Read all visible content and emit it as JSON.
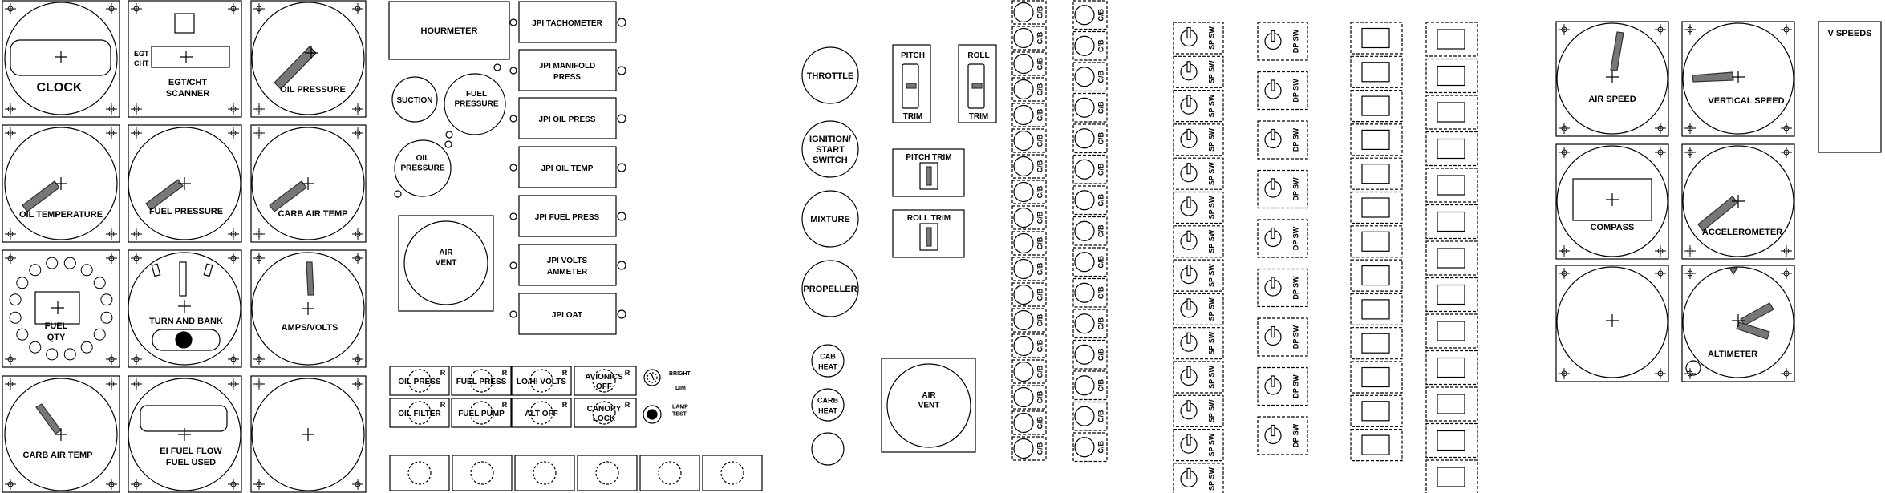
{
  "gauges": {
    "clock": "CLOCK",
    "egt_scanner": "EGT/CHT\nSCANNER",
    "egt_tag": "EGT",
    "cht_tag": "CHT",
    "oil_pressure": "OIL PRESSURE",
    "oil_temperature": "OIL TEMPERATURE",
    "fuel_pressure": "FUEL PRESSURE",
    "carb_air_temp": "CARB AIR TEMP",
    "fuel_qty": "FUEL\nQTY",
    "turn_and_bank": "TURN AND BANK",
    "amps_volts": "AMPS/VOLTS",
    "carb_air_temp_2": "CARB AIR TEMP",
    "ei_fuel_flow": "EI FUEL FLOW\nFUEL USED"
  },
  "engine_panel": {
    "hourmeter": "HOURMETER",
    "suction": "SUCTION",
    "fuel_pressure": "FUEL\nPRESSURE",
    "oil_pressure": "OIL\nPRESSURE",
    "air_vent": "AIR\nVENT"
  },
  "jpi": [
    {
      "label": "JPI TACHOMETER"
    },
    {
      "label": "JPI MANIFOLD\nPRESS"
    },
    {
      "label": "JPI OIL PRESS"
    },
    {
      "label": "JPI OIL TEMP"
    },
    {
      "label": "JPI FUEL PRESS"
    },
    {
      "label": "JPI VOLTS\nAMMETER"
    },
    {
      "label": "JPI OAT"
    }
  ],
  "annunciators": [
    {
      "label": "OIL PRESS",
      "r": "R"
    },
    {
      "label": "FUEL PRESS",
      "r": "R"
    },
    {
      "label": "LO/HI VOLTS",
      "r": "R"
    },
    {
      "label": "AVIONICS\nOFF",
      "r": "R"
    },
    {
      "label": "OIL FILTER",
      "r": "R"
    },
    {
      "label": "FUEL PUMP",
      "r": "R"
    },
    {
      "label": "ALT OFF",
      "r": "R"
    },
    {
      "label": "CANOPY\nLOCK",
      "r": "R"
    }
  ],
  "dimmer": {
    "bright": "BRIGHT",
    "dim": "DIM",
    "lamp_test": "LAMP\nTEST"
  },
  "controls": [
    {
      "label": "THROTTLE"
    },
    {
      "label": "IGNITION/\nSTART\nSWITCH"
    },
    {
      "label": "MIXTURE"
    },
    {
      "label": "PROPELLER"
    },
    {
      "label": "CAB\nHEAT"
    },
    {
      "label": "CARB\nHEAT"
    },
    {
      "label": ""
    }
  ],
  "trim": {
    "pitch": "PITCH",
    "roll": "ROLL",
    "trim": "TRIM",
    "pitch_trim": "PITCH TRIM",
    "roll_trim": "ROLL TRIM"
  },
  "center_vent": "AIR\nVENT",
  "breakers": {
    "label": "C/B",
    "col1_count": 18,
    "col2_count": 15
  },
  "switches": {
    "sp_label": "SP SW",
    "dp_label": "DP SW",
    "sp_count": 14,
    "dp_count": 9
  },
  "blanks": {
    "col1_count": 13,
    "col2_count": 13
  },
  "flight": {
    "air_speed": "AIR SPEED",
    "vertical_speed": "VERTICAL SPEED",
    "compass": "COMPASS",
    "accelerometer": "ACCELEROMETER",
    "altimeter": "ALTIMETER",
    "v_speeds": "V SPEEDS"
  }
}
